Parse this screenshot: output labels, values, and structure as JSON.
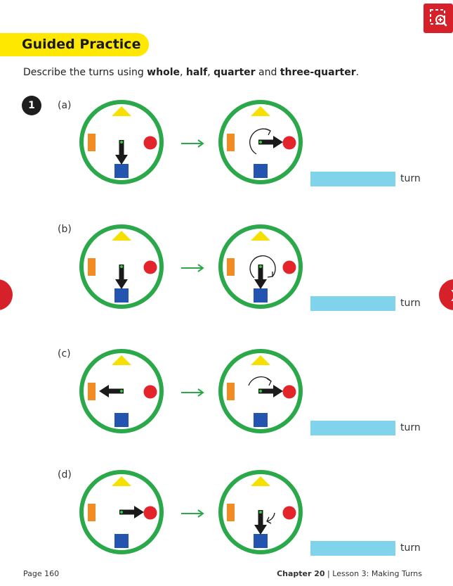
{
  "header": {
    "title": "Guided Practice",
    "zoom_icon": "zoom-in-icon",
    "accent_color": "#d6202a",
    "banner_color": "#ffe800"
  },
  "instruction": {
    "lead": "Describe the turns using ",
    "word1": "whole",
    "sep1": ", ",
    "word2": "half",
    "sep2": ", ",
    "word3": "quarter",
    "sep3": " and ",
    "word4": "three-quarter",
    "tail": "."
  },
  "question_number": "1",
  "parts": [
    {
      "label": "(a)",
      "turn_word": "turn",
      "start_direction": "down",
      "end_direction": "right"
    },
    {
      "label": "(b)",
      "turn_word": "turn",
      "start_direction": "down",
      "end_direction": "down"
    },
    {
      "label": "(c)",
      "turn_word": "turn",
      "start_direction": "left",
      "end_direction": "right"
    },
    {
      "label": "(d)",
      "turn_word": "turn",
      "start_direction": "right",
      "end_direction": "down"
    }
  ],
  "colors": {
    "ring": "#2aa84a",
    "triangle": "#f6e000",
    "rectangle": "#f28c22",
    "circle": "#e3242b",
    "square": "#2355b0",
    "arrow": "#1a1a1a",
    "answer_box": "#7fd3ea"
  },
  "footer": {
    "page": "Page 160",
    "chapter": "Chapter 20",
    "divider": " | ",
    "lesson": "Lesson 3: Making Turns"
  }
}
